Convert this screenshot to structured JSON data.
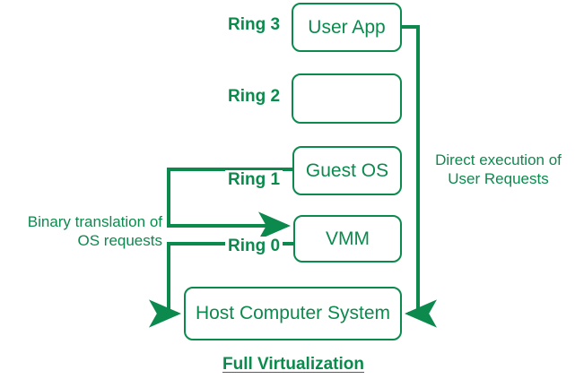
{
  "diagram": {
    "title": "Full Virtualization",
    "accent_color": "#0c8a4d",
    "background_color": "#ffffff",
    "nodes": [
      {
        "id": "user-app",
        "label": "User App"
      },
      {
        "id": "ring2-box",
        "label": ""
      },
      {
        "id": "guest-os",
        "label": "Guest OS"
      },
      {
        "id": "vmm",
        "label": "VMM"
      },
      {
        "id": "host",
        "label": "Host Computer System"
      }
    ],
    "ring_labels": [
      {
        "id": "ring-3",
        "label": "Ring 3"
      },
      {
        "id": "ring-2",
        "label": "Ring 2"
      },
      {
        "id": "ring-1",
        "label": "Ring 1"
      },
      {
        "id": "ring-0",
        "label": "Ring 0"
      }
    ],
    "annotations": [
      {
        "id": "binary-translation",
        "label": "Binary translation of\nOS requests"
      },
      {
        "id": "direct-execution",
        "label": "Direct execution of\nUser Requests"
      }
    ],
    "edges": [
      {
        "id": "guest-os-to-vmm",
        "from": "guest-os",
        "to": "vmm",
        "annotation": "binary-translation"
      },
      {
        "id": "vmm-to-host",
        "from": "vmm",
        "to": "host",
        "annotation": "binary-translation"
      },
      {
        "id": "user-app-to-host",
        "from": "user-app",
        "to": "host",
        "annotation": "direct-execution"
      }
    ]
  }
}
